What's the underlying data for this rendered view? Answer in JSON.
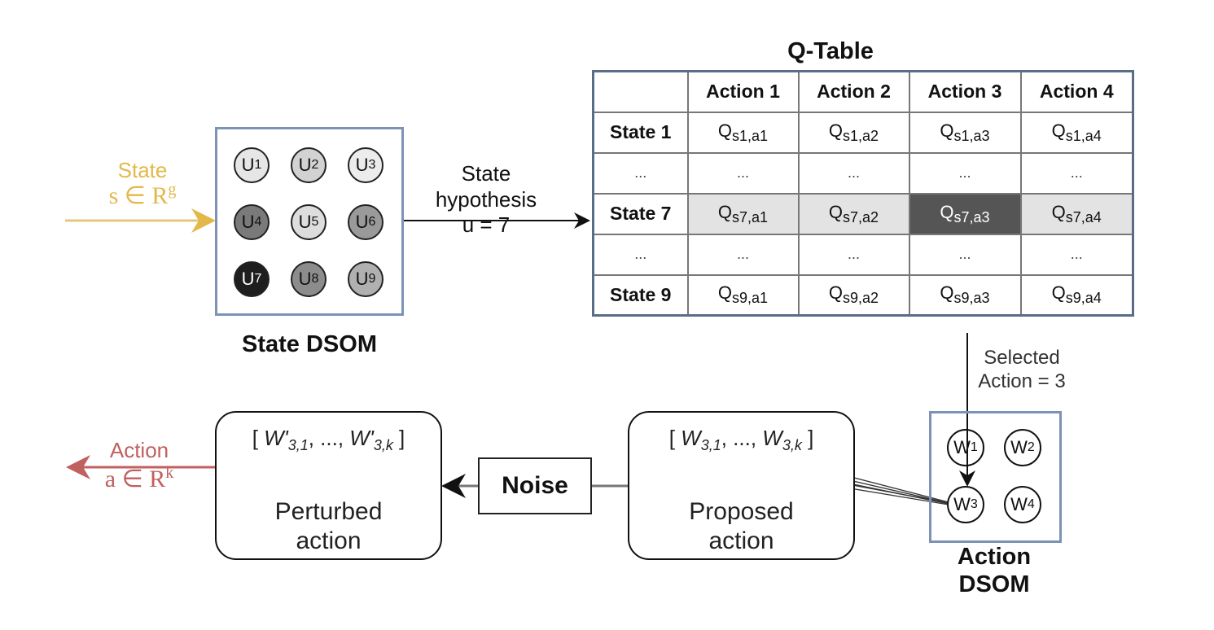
{
  "colors": {
    "state_input": "#e3b84a",
    "action_output": "#c0605f",
    "dsom_border": "#7d93b5",
    "highlight_row": "#e3e3e3",
    "selected_cell": "#555555"
  },
  "state_input": {
    "label": "State",
    "formula": "s ∈ R",
    "sup": "g"
  },
  "state_dsom": {
    "title": "State DSOM",
    "nodes": [
      {
        "name": "U",
        "index": "1",
        "fill": "#e6e6e6",
        "text": "#111"
      },
      {
        "name": "U",
        "index": "2",
        "fill": "#d2d2d2",
        "text": "#111"
      },
      {
        "name": "U",
        "index": "3",
        "fill": "#ececec",
        "text": "#111"
      },
      {
        "name": "U",
        "index": "4",
        "fill": "#7a7a7a",
        "text": "#111"
      },
      {
        "name": "U",
        "index": "5",
        "fill": "#dddddd",
        "text": "#111"
      },
      {
        "name": "U",
        "index": "6",
        "fill": "#9a9a9a",
        "text": "#111"
      },
      {
        "name": "U",
        "index": "7",
        "fill": "#1e1e1e",
        "text": "#ffffff"
      },
      {
        "name": "U",
        "index": "8",
        "fill": "#8c8c8c",
        "text": "#111"
      },
      {
        "name": "U",
        "index": "9",
        "fill": "#b0b0b0",
        "text": "#111"
      }
    ]
  },
  "hypothesis": {
    "line1": "State",
    "line2": "hypothesis",
    "line3": "u = 7"
  },
  "qtable": {
    "title": "Q-Table",
    "headers": [
      "",
      "Action 1",
      "Action 2",
      "Action 3",
      "Action 4"
    ],
    "rows": [
      {
        "label": "State 1",
        "style": "",
        "cells": [
          "s1,a1",
          "s1,a2",
          "s1,a3",
          "s1,a4"
        ]
      },
      {
        "label": "...",
        "style": "dots",
        "cells": [
          "...",
          "...",
          "...",
          "..."
        ]
      },
      {
        "label": "State 7",
        "style": "hl",
        "selected": 2,
        "cells": [
          "s7,a1",
          "s7,a2",
          "s7,a3",
          "s7,a4"
        ]
      },
      {
        "label": "...",
        "style": "dots",
        "cells": [
          "...",
          "...",
          "...",
          "..."
        ]
      },
      {
        "label": "State 9",
        "style": "",
        "cells": [
          "s9,a1",
          "s9,a2",
          "s9,a3",
          "s9,a4"
        ]
      }
    ],
    "q_symbol": "Q"
  },
  "selected_action": {
    "line1": "Selected",
    "line2": "Action = 3"
  },
  "action_dsom": {
    "title_line1": "Action",
    "title_line2": "DSOM",
    "nodes": [
      {
        "name": "W",
        "index": "1"
      },
      {
        "name": "W",
        "index": "2"
      },
      {
        "name": "W",
        "index": "3"
      },
      {
        "name": "W",
        "index": "4"
      }
    ]
  },
  "proposed": {
    "vector_open": "[ ",
    "w1": "W",
    "w1_sub": "3,1",
    "mid": ", ..., ",
    "wk": "W",
    "wk_sub": "3,k",
    "vector_close": " ]",
    "line1": "Proposed",
    "line2": "action"
  },
  "noise": {
    "label": "Noise"
  },
  "perturbed": {
    "vector_open": "[ ",
    "w1": "W'",
    "w1_sub": "3,1",
    "mid": ", ..., ",
    "wk": "W'",
    "wk_sub": "3,k",
    "vector_close": " ]",
    "line1": "Perturbed",
    "line2": "action"
  },
  "action_output": {
    "label": "Action",
    "formula": "a ∈ R",
    "sup": "k"
  }
}
